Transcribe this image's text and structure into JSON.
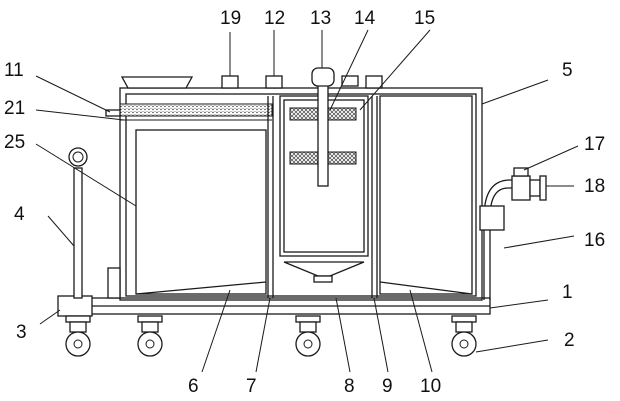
{
  "callouts": {
    "c1": "1",
    "c2": "2",
    "c3": "3",
    "c4": "4",
    "c5": "5",
    "c6": "6",
    "c7": "7",
    "c8": "8",
    "c9": "9",
    "c10": "10",
    "c11": "11",
    "c12": "12",
    "c13": "13",
    "c14": "14",
    "c15": "15",
    "c16": "16",
    "c17": "17",
    "c18": "18",
    "c19": "19",
    "c21": "21",
    "c25": "25"
  },
  "colors": {
    "line": "#1a1a1a",
    "background": "#ffffff",
    "mesh": "#555555"
  }
}
